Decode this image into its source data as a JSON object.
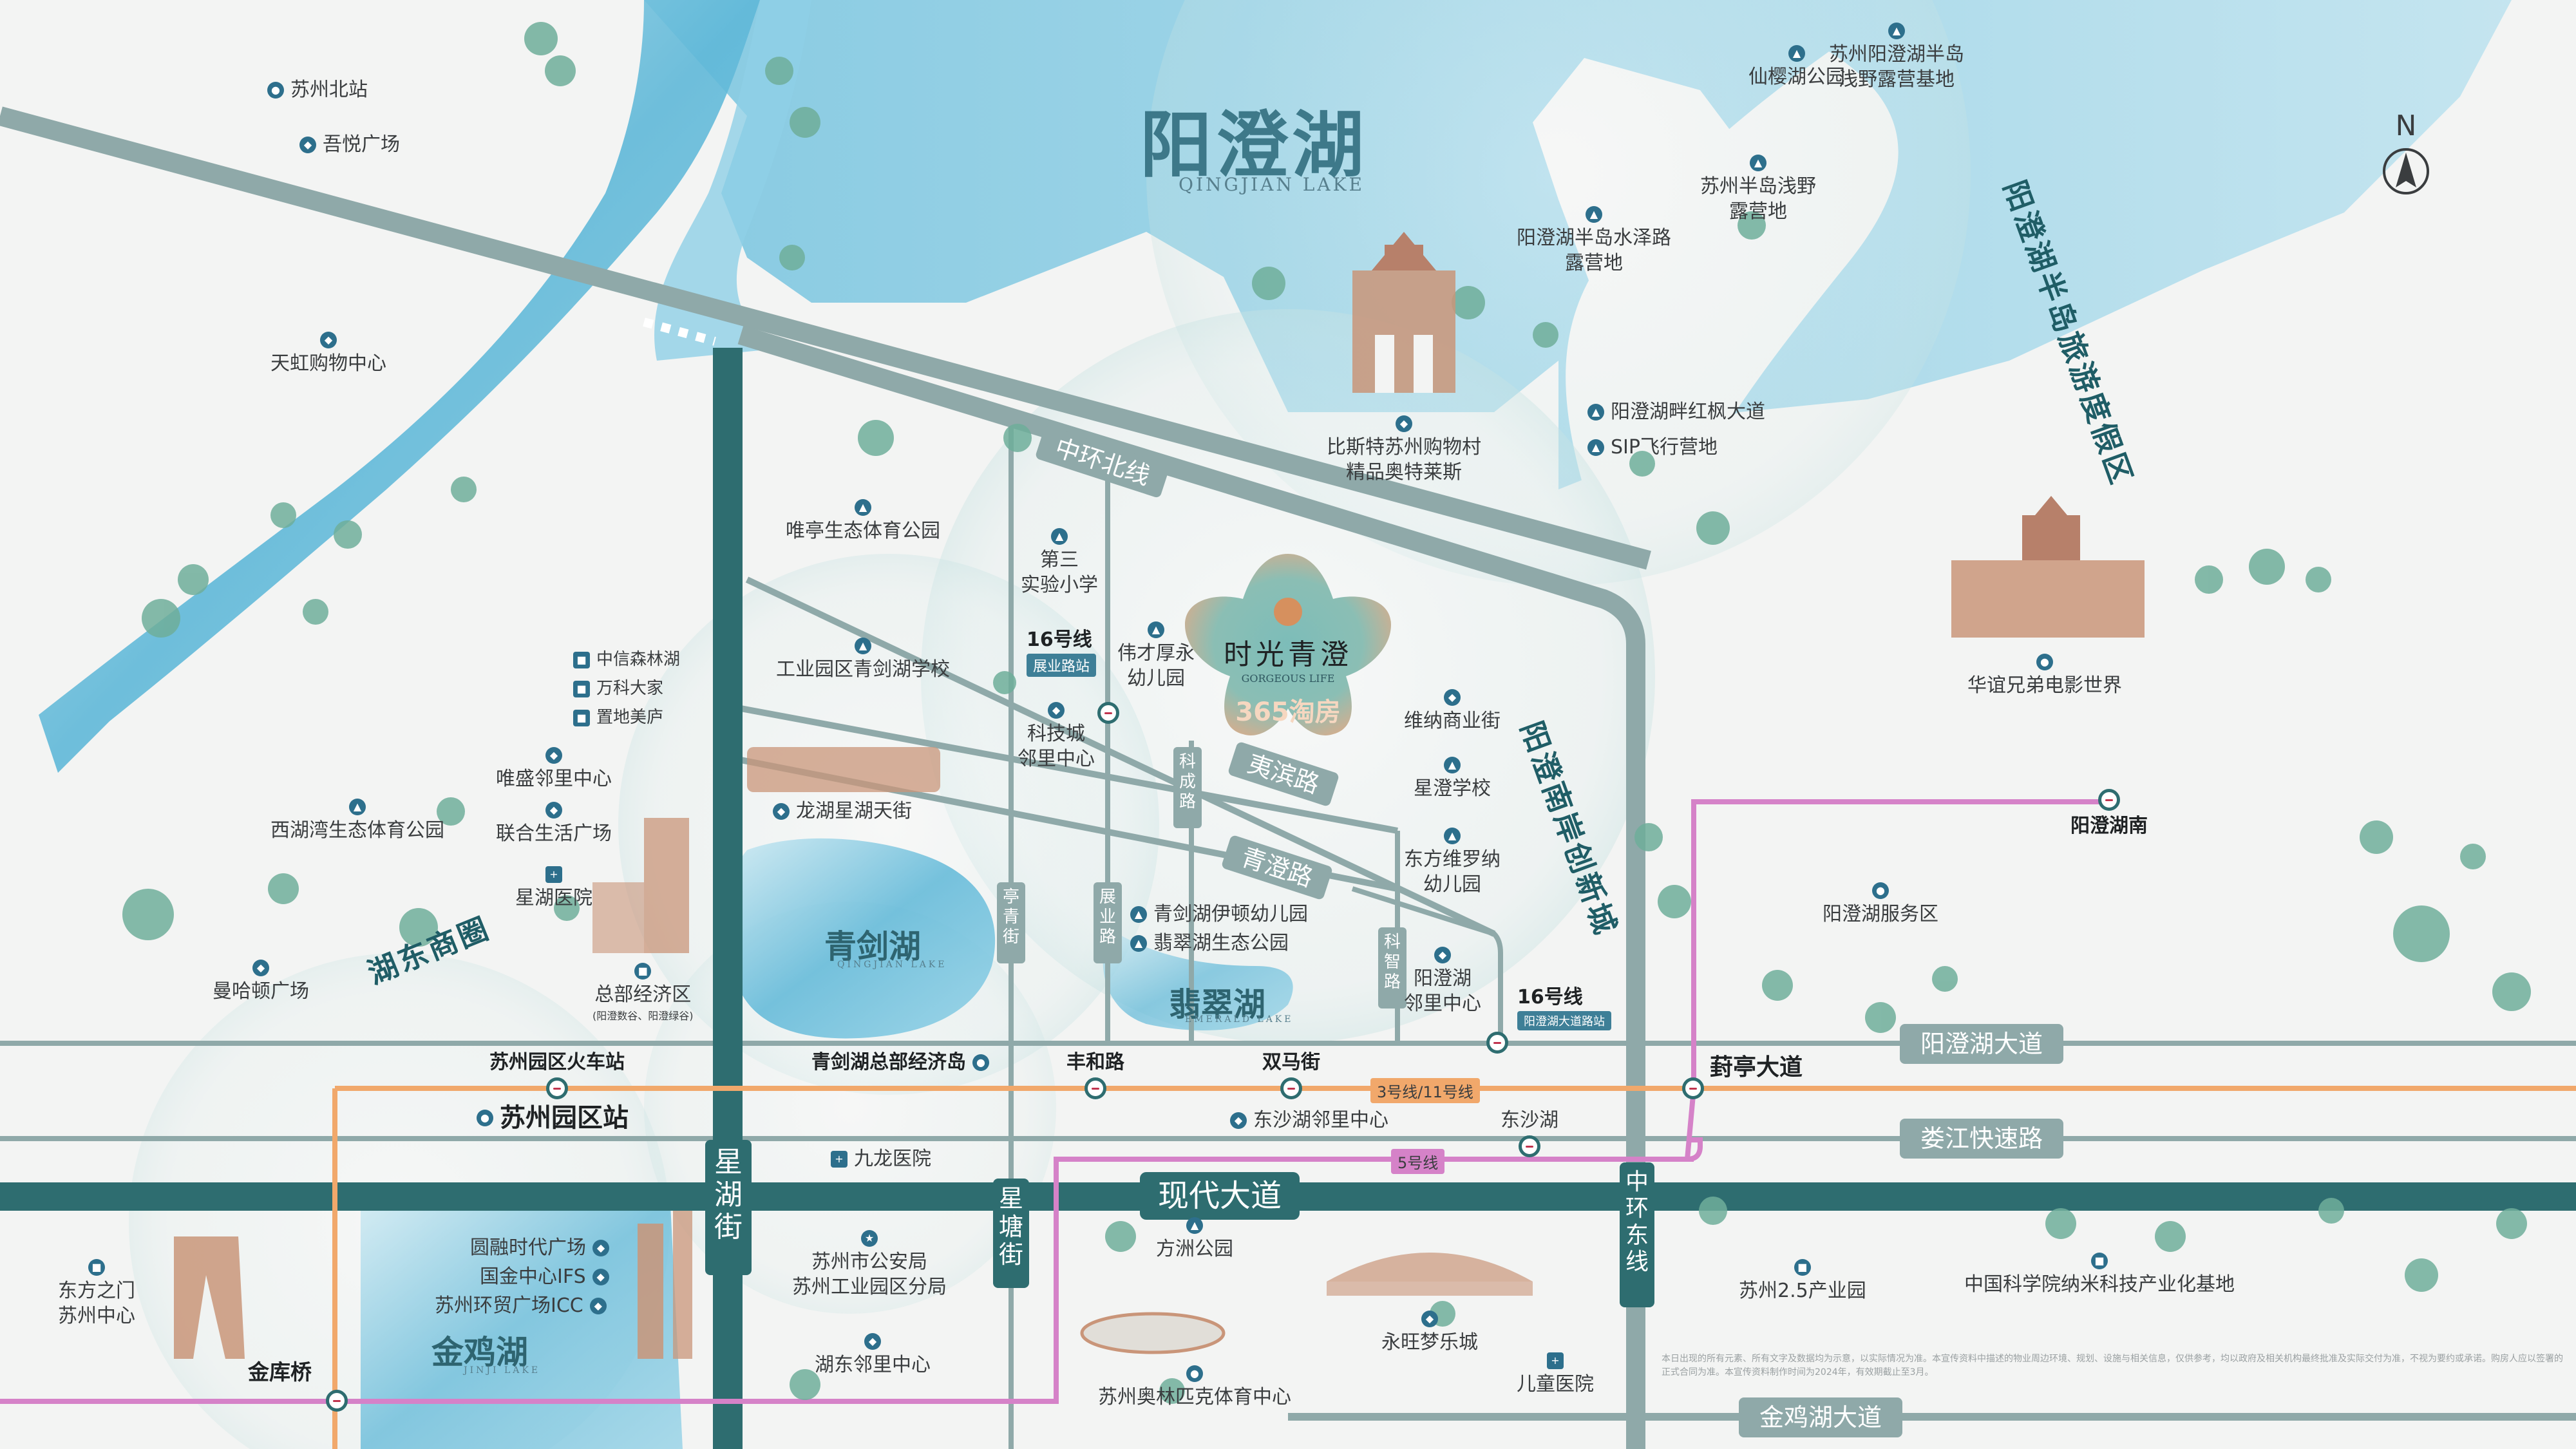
{
  "lakes": {
    "yangcheng": {
      "name": "阳澄湖",
      "en": "QINGJIAN LAKE"
    },
    "qingjian": {
      "name": "青剑湖",
      "en": "QINGJIAN LAKE"
    },
    "feicui": {
      "name": "翡翠湖",
      "en": "EMERALD LAKE"
    },
    "jinji": {
      "name": "金鸡湖",
      "en": "JINJI LAKE"
    }
  },
  "compass": {
    "letter": "N"
  },
  "project": {
    "name": "时光青澄",
    "en": "GORGEOUS LIFE",
    "watermark": "365淘房"
  },
  "areas": {
    "peninsula": "阳澄湖半岛旅游度假区",
    "south": "阳澄南岸创新城",
    "hudong": "湖东商圈"
  },
  "roads": {
    "zhonghuan_north": "中环北线",
    "yibin": "夷滨路",
    "qingcheng": "青澄路",
    "kecheng": "科成路",
    "tingqing": "亭青街",
    "zhanye": "展业路",
    "kezhi": "科智路",
    "yangchenghu_avenue": "阳澄湖大道",
    "louting_avenue": "葑亭大道",
    "loujiang": "娄江快速路",
    "xiandai": "现代大道",
    "xinghu": "星湖街",
    "xingtang": "星塘街",
    "zhonghuan_east": "中环东线",
    "jinjihu_avenue": "金鸡湖大道"
  },
  "metro": {
    "line16_top": {
      "name": "16号线",
      "station": "展业路站"
    },
    "line16_right": {
      "name": "16号线",
      "station": "阳澄湖大道路站"
    },
    "line3_11": "3号线/11号线",
    "line5": "5号线",
    "stations": {
      "suzhou_park_train": "苏州园区火车站",
      "qingjianhu_hq": "青剑湖总部经济岛",
      "fenghe": "丰和路",
      "shuangma": "双马街",
      "dongshahu": "东沙湖",
      "jinkuqiao": "金库桥",
      "yangchenghu_south": "阳澄湖南",
      "suzhou_park": "苏州园区站"
    }
  },
  "pois": {
    "suzhou_north": "苏州北站",
    "wuyue": "吾悦广场",
    "tianhong": "天虹购物中心",
    "weiting_park": "唯亭生态体育公园",
    "school3": "第三\n实验小学",
    "qingjian_school": "工业园区青剑湖学校",
    "weicai": "伟才厚永\n幼儿园",
    "kejicheng": "科技城\n邻里中心",
    "longhu": "龙湖星湖天街",
    "citic_forest": "中信森林湖",
    "vanke": "万科大家",
    "zhidi": "置地美庐",
    "weisheng": "唯盛邻里中心",
    "lianhe": "联合生活广场",
    "xihuwan": "西湖湾生态体育公园",
    "xinghu_hospital": "星湖医院",
    "manhattan": "曼哈顿广场",
    "hq_district": "总部经济区",
    "hq_district_sub": "(阳澄数谷、阳澄绿谷)",
    "bicester": "比斯特苏州购物村\n精品奥特莱斯",
    "xianying": "仙樱湖公园",
    "peninsula_camp": "苏州阳澄湖半岛\n浅野露营基地",
    "bandao_camp": "苏州半岛浅野\n露营地",
    "shuize": "阳澄湖半岛水泽路\n露营地",
    "maple": "阳澄湖畔红枫大道",
    "sip_flight": "SIP飞行营地",
    "huayi": "华谊兄弟电影世界",
    "weina": "维纳商业街",
    "xingcheng_school": "星澄学校",
    "dongfang": "东方维罗纳\n幼儿园",
    "yangchenghu_neighborhood": "阳澄湖\n邻里中心",
    "qingjianhu_eaton": "青剑湖伊顿幼儿园",
    "feicuihu_park": "翡翠湖生态公园",
    "service_area": "阳澄湖服务区",
    "dongshahu_neighborhood": "东沙湖邻里中心",
    "jiulong": "九龙医院",
    "police": "苏州市公安局\n苏州工业园区分局",
    "hudong_neighborhood": "湖东邻里中心",
    "fangzhou": "方洲公园",
    "olympic": "苏州奥林匹克体育中心",
    "yongwang": "永旺梦乐城",
    "children_hospital": "儿童医院",
    "industry25": "苏州2.5产业园",
    "nano": "中国科学院纳米科技产业化基地",
    "dongfang_gate": "东方之门\n苏州中心",
    "yuanrong": "圆融时代广场",
    "ifs": "国金中心IFS",
    "icc": "苏州环贸广场ICC"
  },
  "disclaimer": "本日出现的所有元素、所有文字及数据均为示意，以实际情况为准。本宣传资料中描述的物业周边环境、规划、设施与相关信息，仅供参考，均以政府及相关机构最终批准及实际交付为准，不视为要约或承诺。购房人应以签署的正式合同为准。本宣传资料制作时间为2024年，有效期截止至3月。"
}
